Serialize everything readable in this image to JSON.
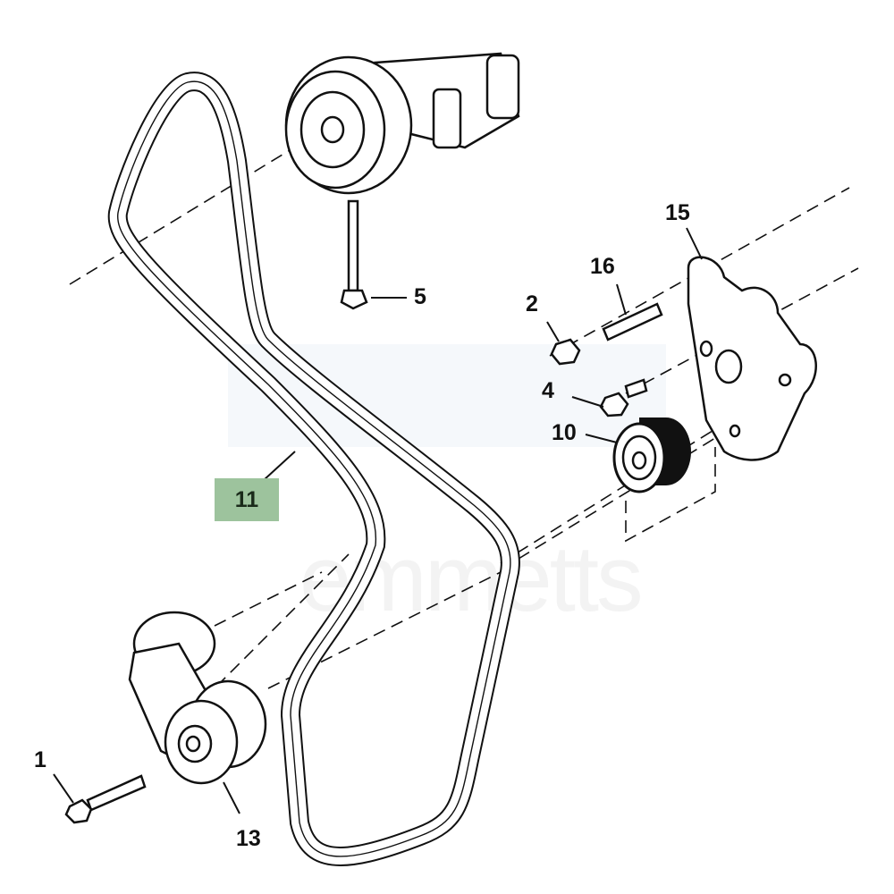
{
  "diagram": {
    "watermark": "emmetts",
    "callouts": [
      {
        "id": "1",
        "part": "bolt"
      },
      {
        "id": "2",
        "part": "nut"
      },
      {
        "id": "4",
        "part": "bolt"
      },
      {
        "id": "5",
        "part": "bolt"
      },
      {
        "id": "10",
        "part": "idler-pulley"
      },
      {
        "id": "11",
        "part": "drive-belt",
        "highlighted": true
      },
      {
        "id": "13",
        "part": "tensioner"
      },
      {
        "id": "15",
        "part": "bracket"
      },
      {
        "id": "16",
        "part": "stud"
      }
    ],
    "colors": {
      "highlight": "#9dc39d",
      "line": "#111111"
    }
  }
}
